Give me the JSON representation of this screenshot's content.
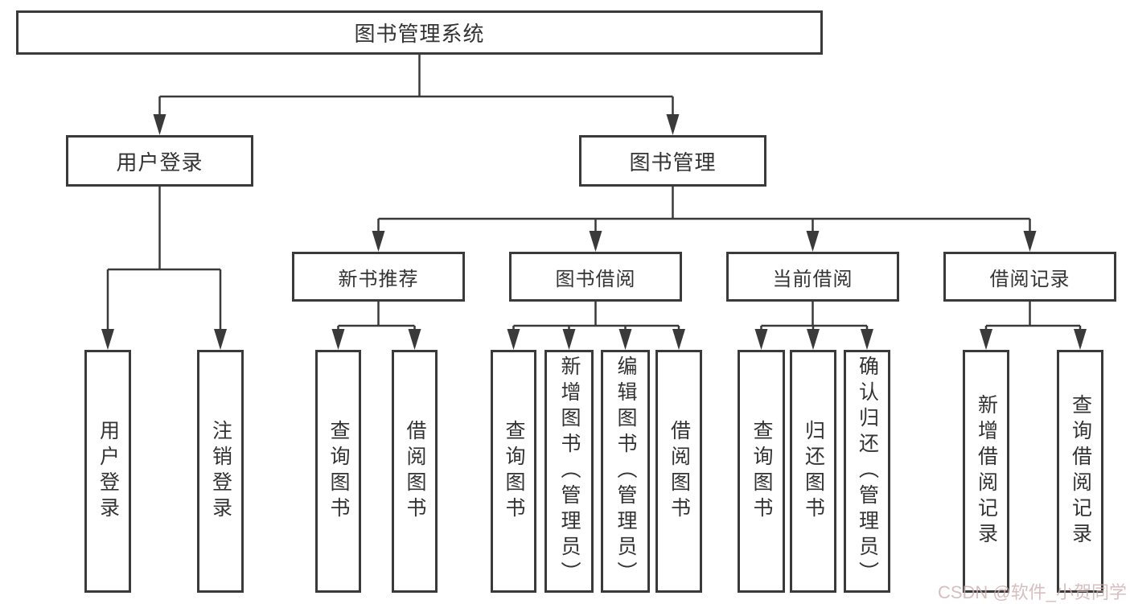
{
  "tree": {
    "label": "图书管理系统",
    "children": [
      {
        "label": "用户登录",
        "children": [
          {
            "label": "用户登录"
          },
          {
            "label": "注销登录"
          }
        ]
      },
      {
        "label": "图书管理",
        "children": [
          {
            "label": "新书推荐",
            "children": [
              {
                "label": "查询图书"
              },
              {
                "label": "借阅图书"
              }
            ]
          },
          {
            "label": "图书借阅",
            "children": [
              {
                "label": "查询图书"
              },
              {
                "label": "新增图书（管理员）"
              },
              {
                "label": "编辑图书（管理员）"
              },
              {
                "label": "借阅图书"
              }
            ]
          },
          {
            "label": "当前借阅",
            "children": [
              {
                "label": "查询图书"
              },
              {
                "label": "归还图书"
              },
              {
                "label": "确认归还（管理员）"
              }
            ]
          },
          {
            "label": "借阅记录",
            "children": [
              {
                "label": "新增借阅记录"
              },
              {
                "label": "查询借阅记录"
              }
            ]
          }
        ]
      }
    ]
  },
  "watermark": {
    "text": "CSDN @软件_小贺同学"
  },
  "colors": {
    "line": "#3a3a3a",
    "text": "#333333",
    "box_background": "#ffffff",
    "page_background": "#ffffff",
    "watermark": "#cfaeae"
  }
}
